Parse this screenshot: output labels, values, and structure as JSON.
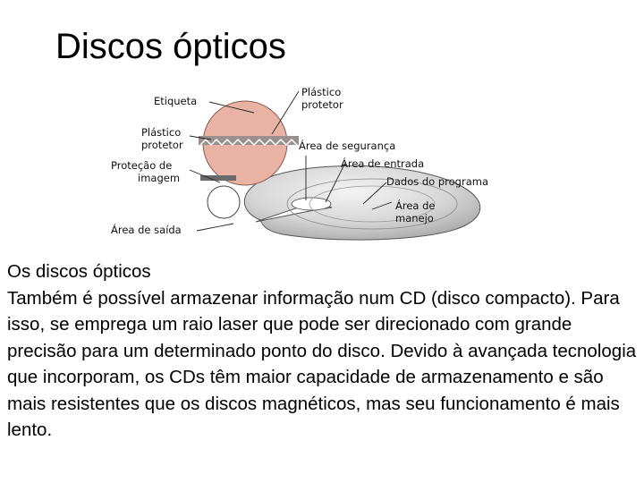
{
  "slide": {
    "title": "Discos ópticos"
  },
  "figure": {
    "labels": {
      "etiqueta": "Etiqueta",
      "plastico_protetor_top_1": "Plástico",
      "plastico_protetor_top_2": "protetor",
      "plastico_protetor_left_1": "Plástico",
      "plastico_protetor_left_2": "protetor",
      "protecao_imagem_1": "Proteção de",
      "protecao_imagem_2": "imagem",
      "area_seguranca": "Área de segurança",
      "area_entrada": "Área de entrada",
      "dados_programa": "Dados do programa",
      "area_manejo_1": "Área de",
      "area_manejo_2": "manejo",
      "area_saida": "Área de saída"
    }
  },
  "body": {
    "heading": "Os discos ópticos",
    "paragraph": "Também é possível armazenar informação num CD (disco compacto). Para isso, se emprega um raio laser que pode ser direcionado com grande precisão para um determinado ponto do disco. Devido à avançada tecnologia que incorporam, os CDs têm maior capacidade de armazenamento e são mais resistentes que os discos magnéticos, mas seu funcionamento é mais lento."
  }
}
